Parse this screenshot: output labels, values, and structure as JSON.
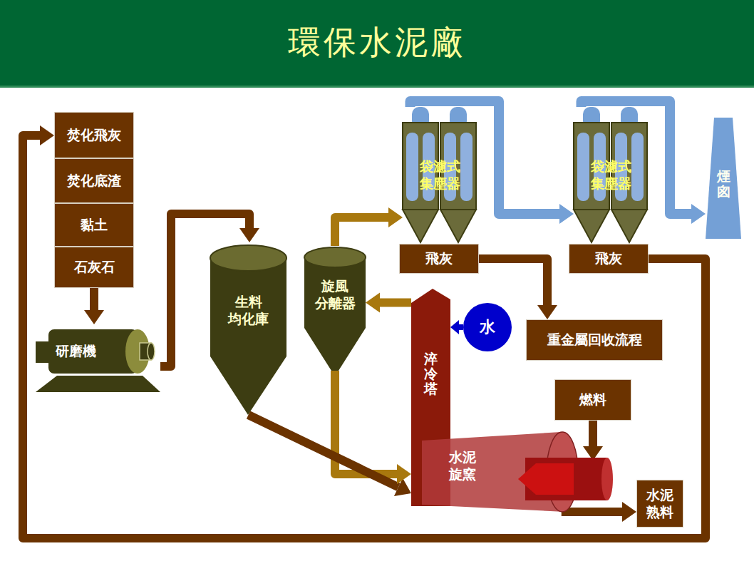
{
  "diagram": {
    "title": "環保水泥廠",
    "nodes": [
      {
        "text": [
          "焚化飛灰"
        ]
      },
      {
        "text": [
          "焚化底渣"
        ]
      },
      {
        "text": [
          "黏土"
        ]
      },
      {
        "text": [
          "石灰石"
        ]
      },
      {
        "text": [
          "研磨機"
        ]
      },
      {
        "text": [
          "生料 均化庫"
        ]
      },
      {
        "text": [
          "旋風 分離器"
        ]
      },
      {
        "text": [
          "袋濾式 集塵器"
        ]
      },
      {
        "text": [
          "袋濾式 集塵器"
        ]
      },
      {
        "text": [
          "煙囪"
        ]
      },
      {
        "text": [
          "飛灰"
        ]
      },
      {
        "text": [
          "飛灰"
        ]
      },
      {
        "text": [
          "重金屬回收流程"
        ]
      },
      {
        "text": [
          "水"
        ]
      },
      {
        "text": [
          "淬冷塔"
        ]
      },
      {
        "text": [
          "燃料"
        ]
      },
      {
        "text": [
          "水泥 旋窯"
        ]
      },
      {
        "text": [
          "水泥 熟料"
        ]
      }
    ],
    "edges": [
      {
        "from": 3,
        "to": 4,
        "arrow": "to"
      },
      {
        "from": 4,
        "to": 5,
        "arrow": "to"
      },
      {
        "from": 5,
        "to": 16,
        "arrow": "to"
      },
      {
        "from": 6,
        "to": 16,
        "arrow": "to"
      },
      {
        "from": 14,
        "to": 6,
        "arrow": "to"
      },
      {
        "from": 6,
        "to": 7,
        "arrow": "to"
      },
      {
        "from": 7,
        "to": 8,
        "arrow": "to"
      },
      {
        "from": 8,
        "to": 9,
        "arrow": "to"
      },
      {
        "from": 10,
        "to": 12,
        "arrow": "to"
      },
      {
        "from": 11,
        "to": 0,
        "arrow": "to"
      },
      {
        "from": 13,
        "to": 14,
        "arrow": "to"
      },
      {
        "from": 15,
        "to": 16,
        "arrow": "to"
      },
      {
        "from": 16,
        "to": 17,
        "arrow": "to"
      }
    ]
  }
}
